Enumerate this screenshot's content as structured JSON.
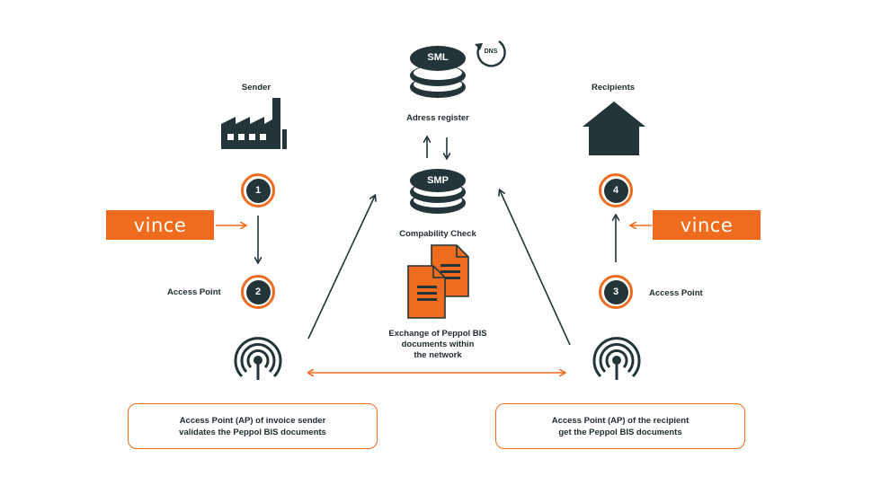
{
  "sender": {
    "label": "Sender",
    "icon": "factory-icon"
  },
  "recipients": {
    "label": "Recipients",
    "icon": "house-icon"
  },
  "sml": {
    "label": "SML",
    "dns": "DNS",
    "caption": "Adress register"
  },
  "smp": {
    "label": "SMP",
    "caption": "Compability Check"
  },
  "documents": {
    "caption": [
      "Exchange of Peppol BIS",
      "documents within",
      "the network"
    ]
  },
  "steps": [
    "1",
    "2",
    "3",
    "4"
  ],
  "access_point_left": "Access Point",
  "access_point_right": "Access Point",
  "vince_logo_text": "vince",
  "box_left": [
    "Access Point (AP) of invoice sender",
    "validates the Peppol BIS documents"
  ],
  "box_right": [
    "Access Point (AP) of the recipient",
    "get the Peppol BIS documents"
  ],
  "colors": {
    "orange": "#ef6c1f",
    "dark": "#233538",
    "text": "#1d2b2e"
  }
}
